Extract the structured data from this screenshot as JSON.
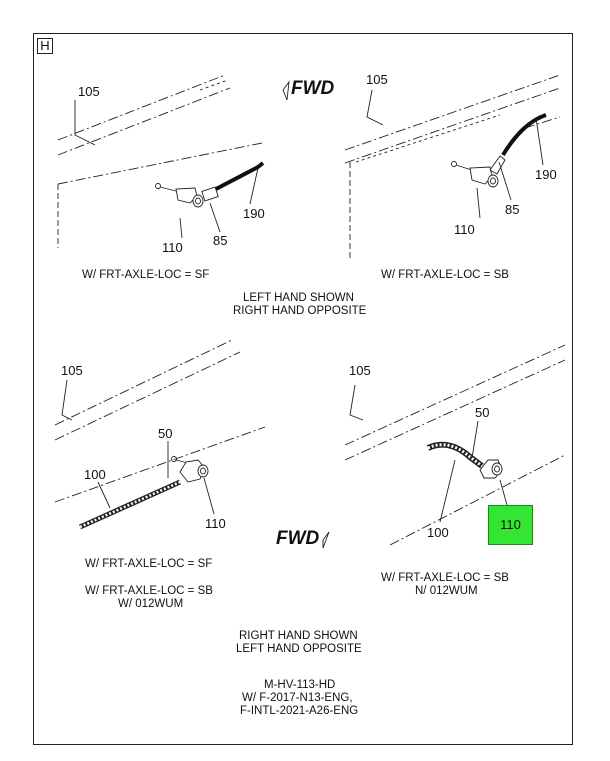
{
  "sheet_label": "H",
  "panels": {
    "top_left": {
      "callouts": {
        "c105": "105",
        "c110": "110",
        "c85": "85",
        "c190": "190"
      },
      "condition": "W/ FRT-AXLE-LOC = SF"
    },
    "top_right": {
      "callouts": {
        "c105": "105",
        "c110": "110",
        "c85": "85",
        "c190": "190"
      },
      "condition": "W/ FRT-AXLE-LOC = SB"
    },
    "bottom_left": {
      "callouts": {
        "c105": "105",
        "c50": "50",
        "c100": "100",
        "c110": "110"
      },
      "condition_1": "W/ FRT-AXLE-LOC = SF",
      "condition_2a": "W/ FRT-AXLE-LOC = SB",
      "condition_2b": "W/ 012WUM"
    },
    "bottom_right": {
      "callouts": {
        "c105": "105",
        "c50": "50",
        "c100": "100",
        "c110": "110"
      },
      "condition_a": "W/ FRT-AXLE-LOC = SB",
      "condition_b": "N/ 012WUM"
    }
  },
  "fwd_top": "FWD",
  "fwd_bottom": "FWD",
  "note_top": {
    "line1": "LEFT HAND SHOWN",
    "line2": "RIGHT HAND OPPOSITE"
  },
  "note_bottom": {
    "line1": "RIGHT HAND SHOWN",
    "line2": "LEFT HAND OPPOSITE"
  },
  "applicability": {
    "line1": "M-HV-113-HD",
    "line2": "W/ F-2017-N13-ENG,",
    "line3": "F-INTL-2021-A26-ENG"
  },
  "colors": {
    "highlight": "#33e633"
  }
}
